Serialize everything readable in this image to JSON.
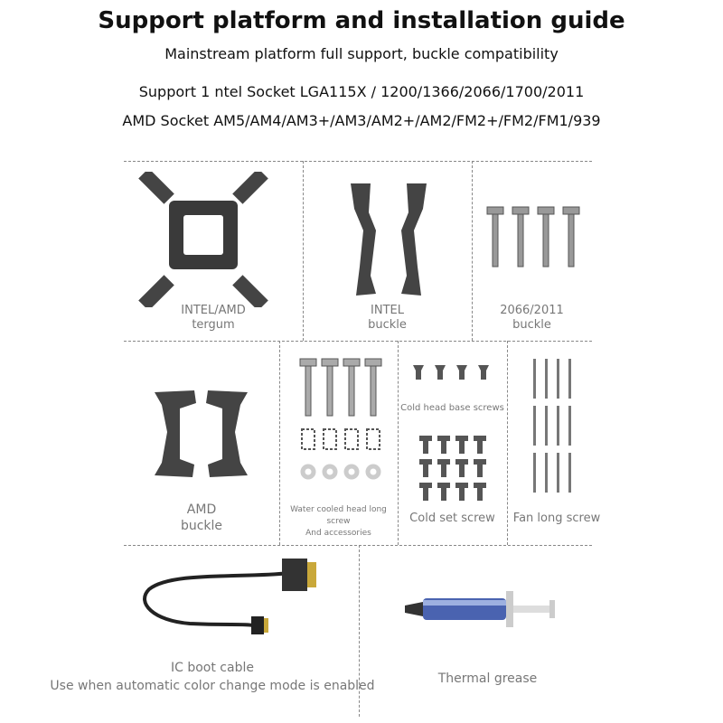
{
  "header": {
    "title": "Support platform and installation guide",
    "subtitle": "Mainstream platform full support, buckle compatibility",
    "intel_line": "Support 1 ntel Socket LGA115X / 1200/1366/2066/1700/2011",
    "amd_line": "AMD Socket AM5/AM4/AM3+/AM3/AM2+/AM2/FM2+/FM2/FM1/939"
  },
  "parts": {
    "tergum": [
      "INTEL/AMD",
      "tergum"
    ],
    "intel_buckle": [
      "INTEL",
      "buckle"
    ],
    "buckle_2066": [
      "2066/2011",
      "buckle"
    ],
    "amd_buckle": [
      "AMD",
      "buckle"
    ],
    "long_screw": [
      "Water cooled head long screw",
      "And accessories"
    ],
    "base_screws": "Cold head base screws",
    "cold_set_screw": "Cold set screw",
    "fan_long_screw": "Fan long screw",
    "ic_cable": [
      "IC boot cable",
      "Use when automatic color change mode is enabled"
    ],
    "thermal_grease": "Thermal grease"
  }
}
